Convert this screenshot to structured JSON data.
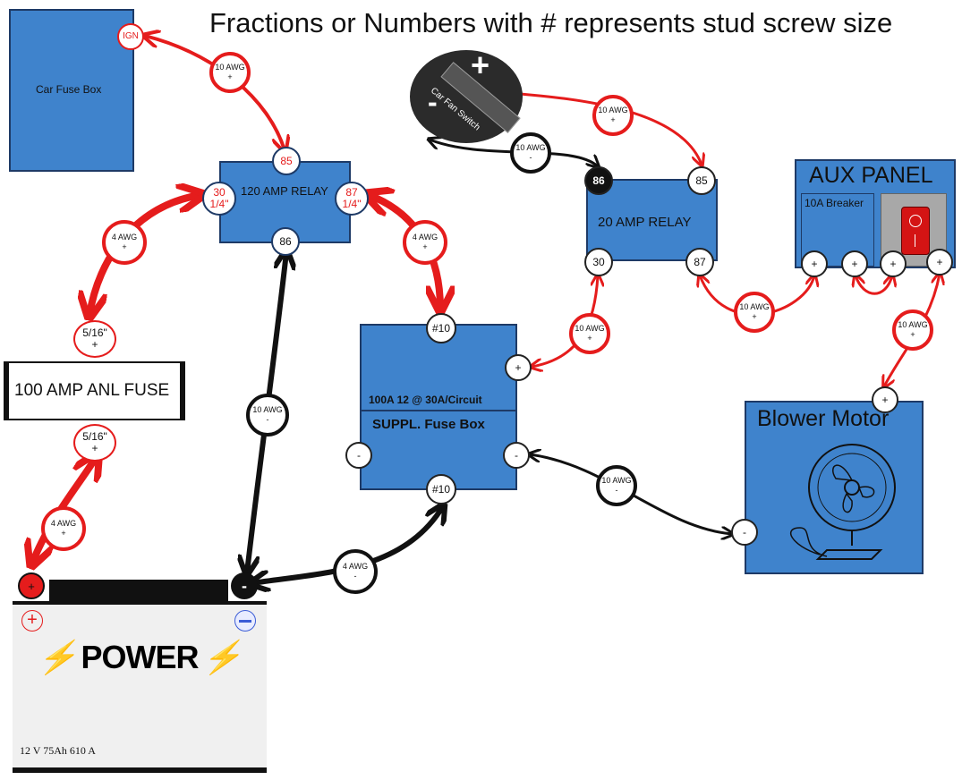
{
  "header": {
    "note": "Fractions or Numbers with # represents stud screw size"
  },
  "colors": {
    "box_blue": "#3f83cc",
    "wire_red": "#e51c1c",
    "wire_black": "#111111",
    "battery_body": "#f0f0f0"
  },
  "car_fuse_box": {
    "label": "Car Fuse Box",
    "ign": "IGN"
  },
  "relay_120": {
    "label": "120 AMP RELAY",
    "t85": "85",
    "t86": "86",
    "t30a": "30",
    "t30b": "1/4\"",
    "t87a": "87",
    "t87b": "1/4\""
  },
  "relay_20": {
    "label": "20 AMP RELAY",
    "t86": "86",
    "t85": "85",
    "t30": "30",
    "t87": "87"
  },
  "fan_switch": {
    "label": "Car Fan Switch",
    "plus": "+",
    "minus": "-"
  },
  "anl_fuse": {
    "label": "100 AMP ANL FUSE",
    "top_a": "5/16\"",
    "top_b": "+",
    "bot_a": "5/16\"",
    "bot_b": "+"
  },
  "suppl_fuse_box": {
    "rating": "100A 12 @ 30A/Circuit",
    "label": "SUPPL. Fuse Box",
    "top_stud": "#10",
    "bottom_stud": "#10",
    "plus": "+",
    "minus_left": "-",
    "minus_right": "-"
  },
  "aux_panel": {
    "title": "AUX PANEL",
    "breaker": "10A Breaker",
    "t1": "+",
    "t2": "+",
    "t3": "+",
    "t4": "+"
  },
  "blower": {
    "label": "Blower Motor",
    "plus": "+",
    "minus": "-"
  },
  "battery": {
    "brand": "POWER",
    "specs": "12 V  75Ah  610 A",
    "plus_post": "+",
    "minus_post": "-"
  },
  "wires": {
    "w1": {
      "gauge": "10 AWG",
      "pol": "+"
    },
    "w2": {
      "gauge": "4 AWG",
      "pol": "+"
    },
    "w3": {
      "gauge": "4 AWG",
      "pol": "+"
    },
    "w4": {
      "gauge": "4 AWG",
      "pol": "+"
    },
    "w5": {
      "gauge": "10 AWG",
      "pol": "-"
    },
    "w6": {
      "gauge": "4 AWG",
      "pol": "-"
    },
    "w7": {
      "gauge": "10 AWG",
      "pol": "+"
    },
    "w8": {
      "gauge": "10 AWG",
      "pol": "-"
    },
    "w9": {
      "gauge": "10 AWG",
      "pol": "+"
    },
    "w10": {
      "gauge": "10 AWG",
      "pol": "+"
    },
    "w11": {
      "gauge": "10 AWG",
      "pol": "+"
    },
    "w12": {
      "gauge": "10 AWG",
      "pol": "-"
    }
  }
}
